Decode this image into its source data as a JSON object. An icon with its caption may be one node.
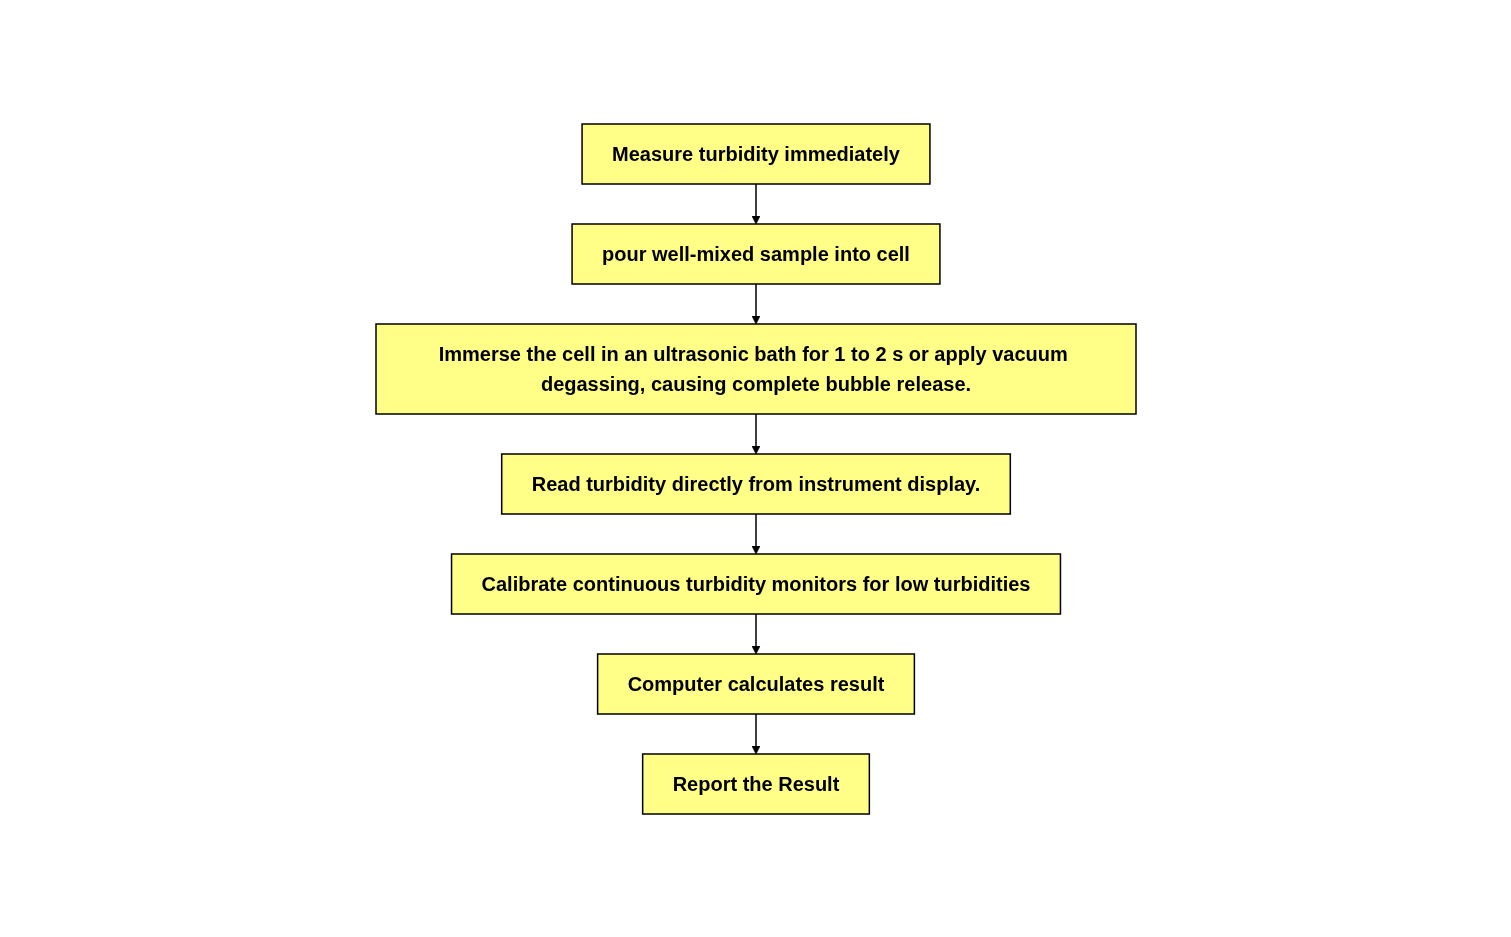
{
  "diagram": {
    "nodes": [
      {
        "text": [
          "Measure turbidity immediately"
        ]
      },
      {
        "text": [
          "pour well-mixed sample into cell"
        ]
      },
      {
        "text": [
          "Immerse the cell in an ultrasonic bath for 1 to 2 s or apply vacuum degassing, causing complete bubble release."
        ]
      },
      {
        "text": [
          "Read turbidity directly from instrument display."
        ]
      },
      {
        "text": [
          "Calibrate continuous turbidity monitors for low turbidities"
        ]
      },
      {
        "text": [
          "Computer calculates result"
        ]
      },
      {
        "text": [
          "Report the Result"
        ]
      }
    ],
    "edges": [
      {
        "from": 0,
        "to": 1,
        "arrow": "to"
      },
      {
        "from": 1,
        "to": 2,
        "arrow": "to"
      },
      {
        "from": 2,
        "to": 3,
        "arrow": "to"
      },
      {
        "from": 3,
        "to": 4,
        "arrow": "to"
      },
      {
        "from": 4,
        "to": 5,
        "arrow": "to"
      },
      {
        "from": 5,
        "to": 6,
        "arrow": "to"
      }
    ]
  }
}
